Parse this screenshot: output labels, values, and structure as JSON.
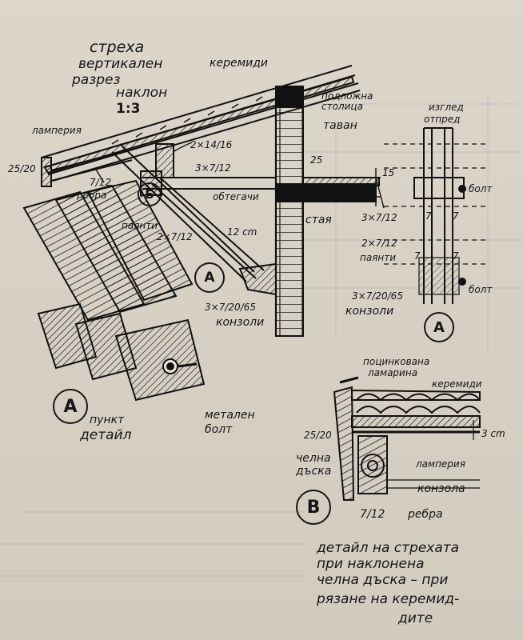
{
  "title": {
    "line1": "стреха",
    "line2": "вертикален",
    "line3": "разрез",
    "line4": "наклон",
    "line5": "1:3"
  },
  "labels": {
    "keremidi_top": "керемиди",
    "podlozhna": "подложна",
    "stolitsa": "столица",
    "tavan": "таван",
    "lamperiya": "ламперия",
    "dim_25_20_left": "25/20",
    "dim_7_12": "7/12",
    "rebra": "ребра",
    "dim_2x14_16": "2×14/16",
    "dim_3x7_12_top": "3×7/12",
    "dim_25": "25",
    "dim_15": "15",
    "obtegachi": "обтегачи",
    "b_marker": "Б",
    "payanti_left": "паянти",
    "dim_2x7_12_left": "2×7/12",
    "dim_12cm": "12 cm",
    "staya": "стая",
    "a_marker_main": "А",
    "dim_3x7_20_65": "3×7/20/65",
    "konzoli_left": "конзоли",
    "a_marker_detail": "А",
    "punkt": "пункт",
    "detail": "детайл",
    "metalen": "метален",
    "bolt_metal": "болт"
  },
  "side_view": {
    "title1": "изглед",
    "title2": "отпред",
    "bolt_top": "болт",
    "dim_3x7_12": "3×7/12",
    "dim_7a": "7",
    "dim_7b": "7",
    "dim_2x7_12": "2×7/12",
    "payanti": "паянти",
    "dim_7c": "7",
    "dim_7d": "7",
    "bolt_bottom": "болт",
    "dim_3x7_20_65": "3×7/20/65",
    "konzoli": "конзоли",
    "a_marker": "А"
  },
  "detail_v": {
    "pozinkovana": "поцинкована",
    "lamarina": "ламарина",
    "keremidi": "керемиди",
    "dim_25_20": "25/20",
    "chelna1": "челна",
    "chelna2": "дъска",
    "lamperiya": "ламперия",
    "dim_3cm": "3 cm",
    "konzola": "конзола",
    "dim_7_12": "7/12",
    "rebra": "ребра",
    "v_marker": "В"
  },
  "caption": {
    "line1": "детайл на стрехата",
    "line2": "при наклонена",
    "line3": "челна дъска – при",
    "line4": "рязане на керемид-",
    "line5": "дите"
  }
}
